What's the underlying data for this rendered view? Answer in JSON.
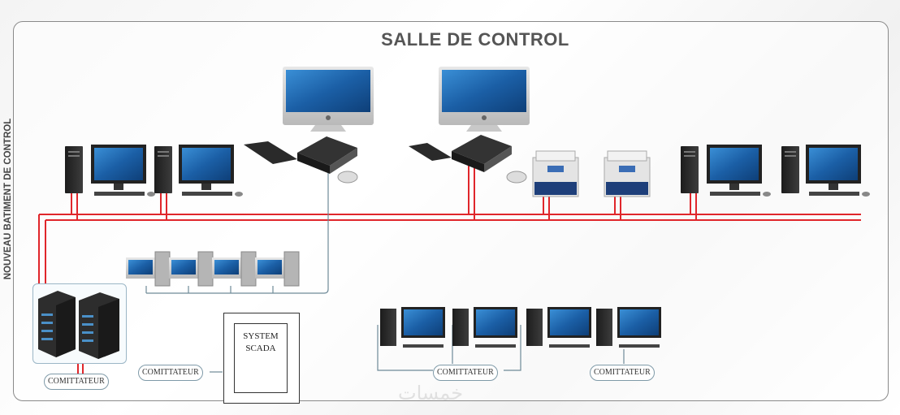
{
  "title": "SALLE DE CONTROL",
  "side_label": "NOUVEAU BATIMENT DE CONTROL",
  "comm_labels": {
    "server": "COMITTATEUR",
    "scada_left": "COMITTATEUR",
    "right_group": "COMITTATEUR",
    "far_right": "COMITTATEUR"
  },
  "scada": {
    "line1": "SYSTEM",
    "line2": "SCADA"
  },
  "watermark": "خمسات",
  "colors": {
    "bus": "#e0262b",
    "network": "#6e8a98",
    "screen": "#1d6fb8",
    "tower": "#2b2b2b"
  },
  "icons": [
    "desktop-computer-icon",
    "imac-monitor-icon",
    "keyboard-icon",
    "mouse-icon",
    "mini-pc-icon",
    "printer-icon",
    "server-rack-icon",
    "workstation-icon"
  ]
}
